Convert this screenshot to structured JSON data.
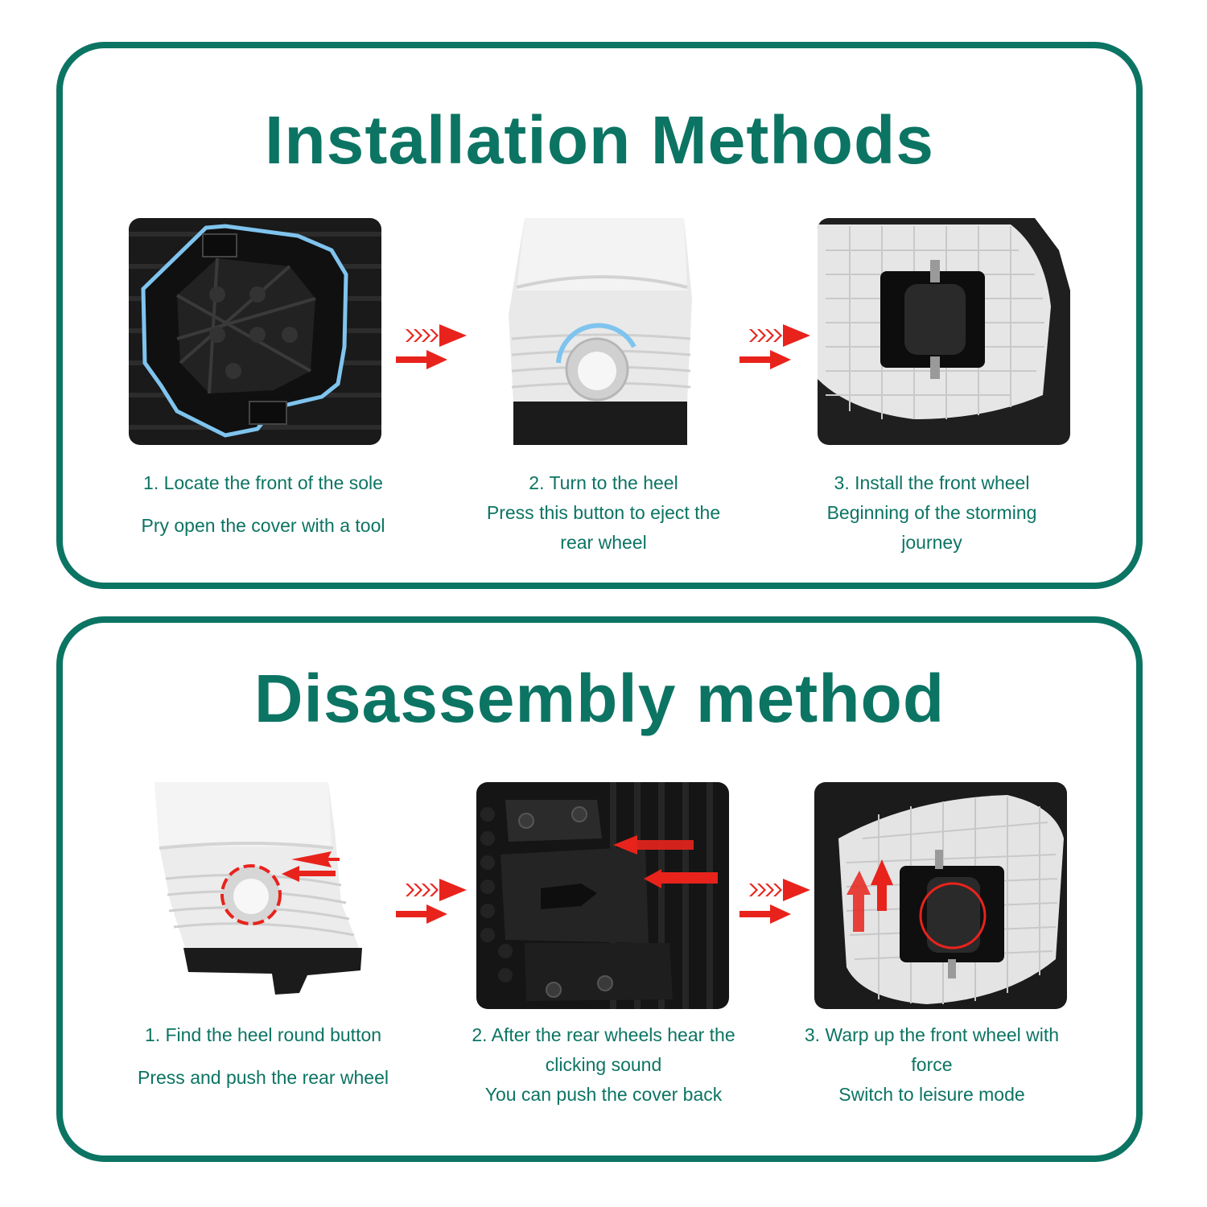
{
  "installation": {
    "title": "Installation Methods",
    "steps": [
      {
        "line1": "1. Locate the front of the sole",
        "line2": "Pry open the cover with a tool"
      },
      {
        "line1": "2. Turn to the heel",
        "line2": "Press this button to eject the rear wheel"
      },
      {
        "line1": "3. Install the front wheel",
        "line2": "Beginning of the storming journey"
      }
    ]
  },
  "disassembly": {
    "title": "Disassembly method",
    "steps": [
      {
        "line1": "1. Find the heel round button",
        "line2": "Press and push the rear wheel"
      },
      {
        "line1": "2. After the rear wheels hear the clicking sound",
        "line2": "You can push the cover back"
      },
      {
        "line1": "3. Warp up the front wheel with force",
        "line2": "Switch to leisure mode"
      }
    ]
  },
  "colors": {
    "accent": "#0c7463",
    "arrow": "#e8231c",
    "highlight_blue": "#7fc4ee"
  },
  "icons": [
    "double-red-arrow-icon"
  ]
}
